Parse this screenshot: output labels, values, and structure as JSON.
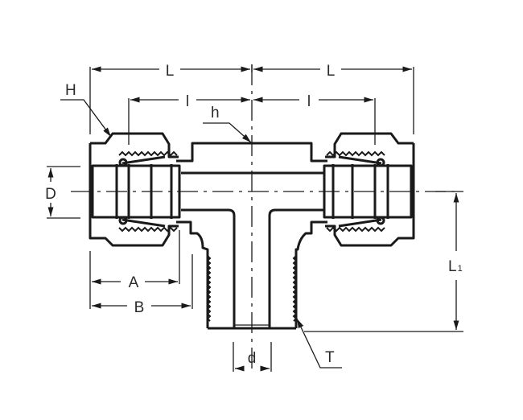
{
  "drawing": {
    "subject": "Male branch tee compression fitting",
    "line_color": "#1a1a1a",
    "background": "#ffffff",
    "dimension_labels": {
      "L_left": "L",
      "L_right": "L",
      "l_left": "l",
      "l_right": "l",
      "H": "H",
      "h": "h",
      "D": "D",
      "A": "A",
      "B": "B",
      "d": "d",
      "T": "T",
      "L1_main": "L",
      "L1_sub": "1"
    }
  }
}
